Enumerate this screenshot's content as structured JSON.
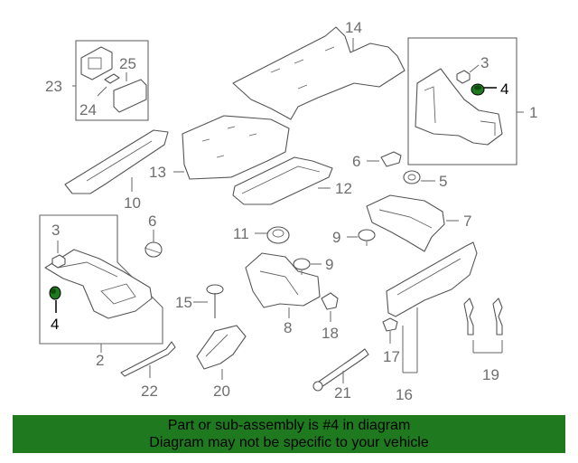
{
  "callouts": {
    "c1": "1",
    "c2": "2",
    "c3a": "3",
    "c3b": "3",
    "c4a": "4",
    "c4b": "4",
    "c5": "5",
    "c6a": "6",
    "c6b": "6",
    "c7": "7",
    "c8": "8",
    "c9a": "9",
    "c9b": "9",
    "c10": "10",
    "c11": "11",
    "c12": "12",
    "c13": "13",
    "c14": "14",
    "c15": "15",
    "c16": "16",
    "c17": "17",
    "c18": "18",
    "c19": "19",
    "c20": "20",
    "c21": "21",
    "c22": "22",
    "c23": "23",
    "c24": "24",
    "c25": "25"
  },
  "colors": {
    "highlight": "#1f7a1f",
    "banner": "#1f7a1f",
    "line": "#555555"
  },
  "footer": {
    "line1": "Part or sub-assembly is #4 in diagram",
    "line2": "Diagram may not be specific to your vehicle"
  }
}
